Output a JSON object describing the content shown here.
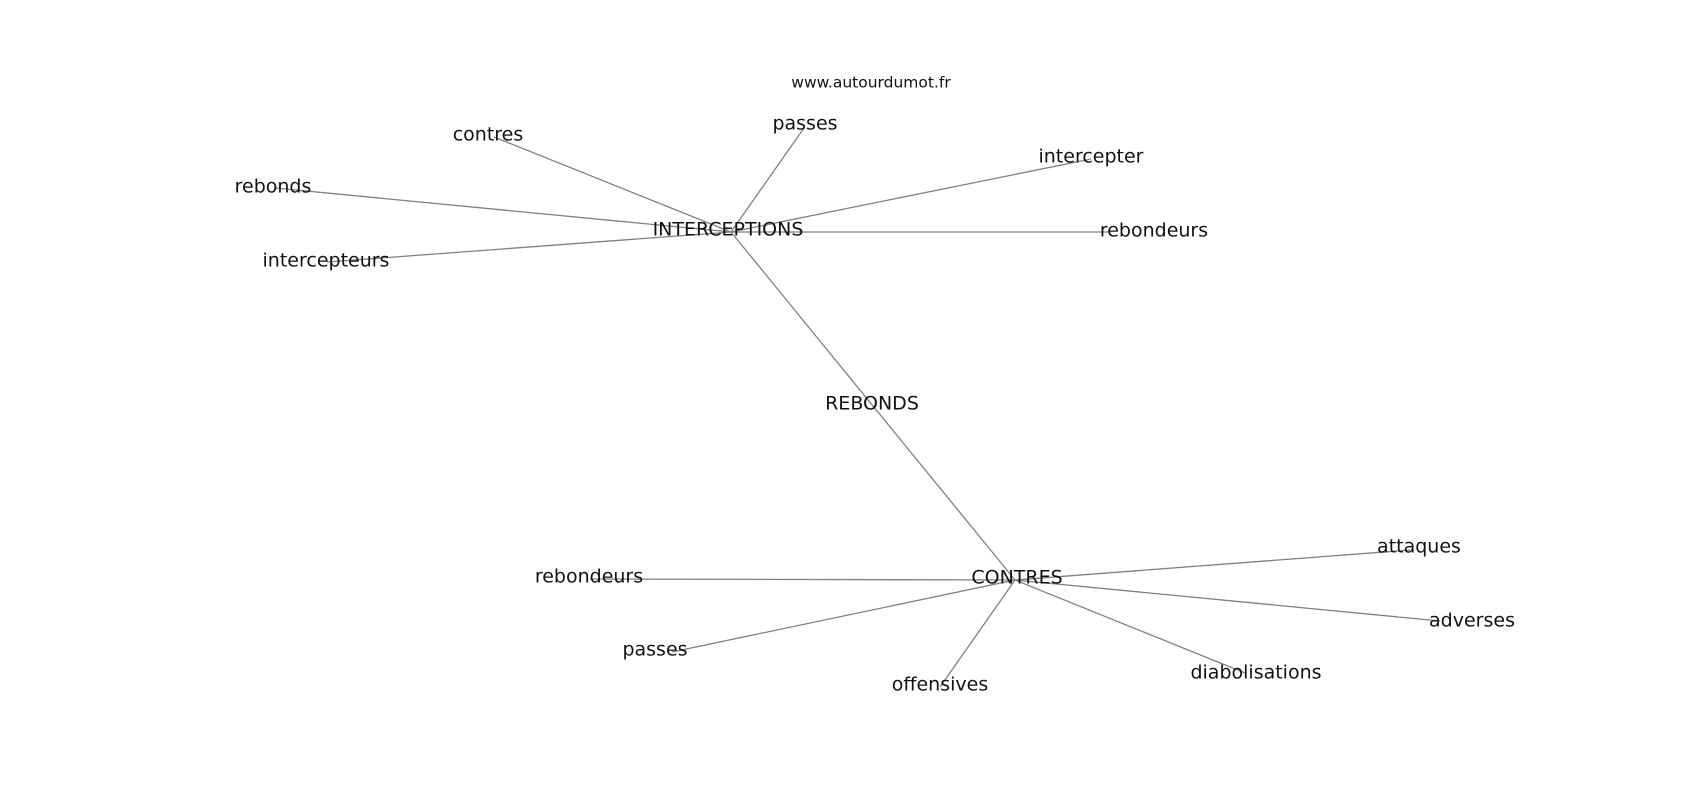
{
  "watermark": "www.autourdumot.fr",
  "graph": {
    "center": "REBONDS",
    "hubs": [
      {
        "id": "interceptions",
        "label": "INTERCEPTIONS",
        "leaves": [
          "contres",
          "passes",
          "intercepter",
          "rebonds",
          "rebondeurs",
          "intercepteurs"
        ]
      },
      {
        "id": "contres",
        "label": "CONTRES",
        "leaves": [
          "rebondeurs",
          "attaques",
          "adverses",
          "passes",
          "offensives",
          "diabolisations"
        ]
      }
    ]
  }
}
